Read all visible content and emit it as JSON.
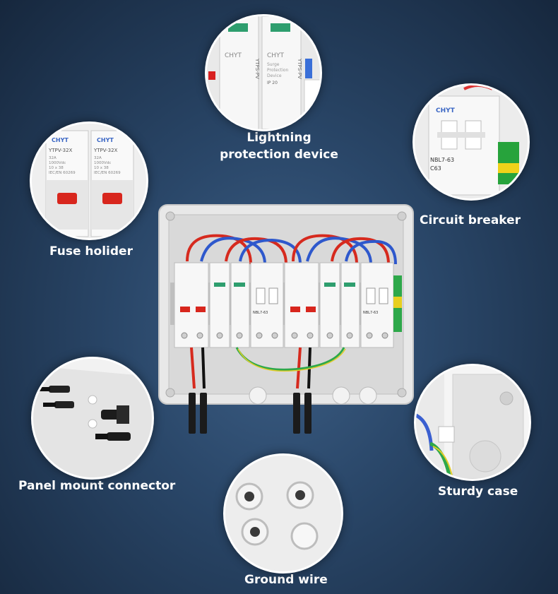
{
  "labels": {
    "lightning": [
      "Lightning",
      "protection device"
    ],
    "circuit_breaker": "Circuit breaker",
    "fuse_holder": "Fuse holider",
    "panel_connector": "Panel mount connector",
    "sturdy_case": "Sturdy case",
    "ground_wire": "Ground wire"
  },
  "device_text": {
    "brand": "CHYT",
    "spd_title": [
      "Surge",
      "Protection",
      "Device"
    ],
    "spd_ip": "IP 20",
    "spd_model": "YTPS-PV",
    "fuse_model": "YTPV-32X",
    "fuse_spec": [
      "32A",
      "1000Vdc",
      "10 x 38",
      "IEC/EN 60269"
    ],
    "breaker_model": "NBL7-63",
    "breaker_rating": "C63"
  }
}
